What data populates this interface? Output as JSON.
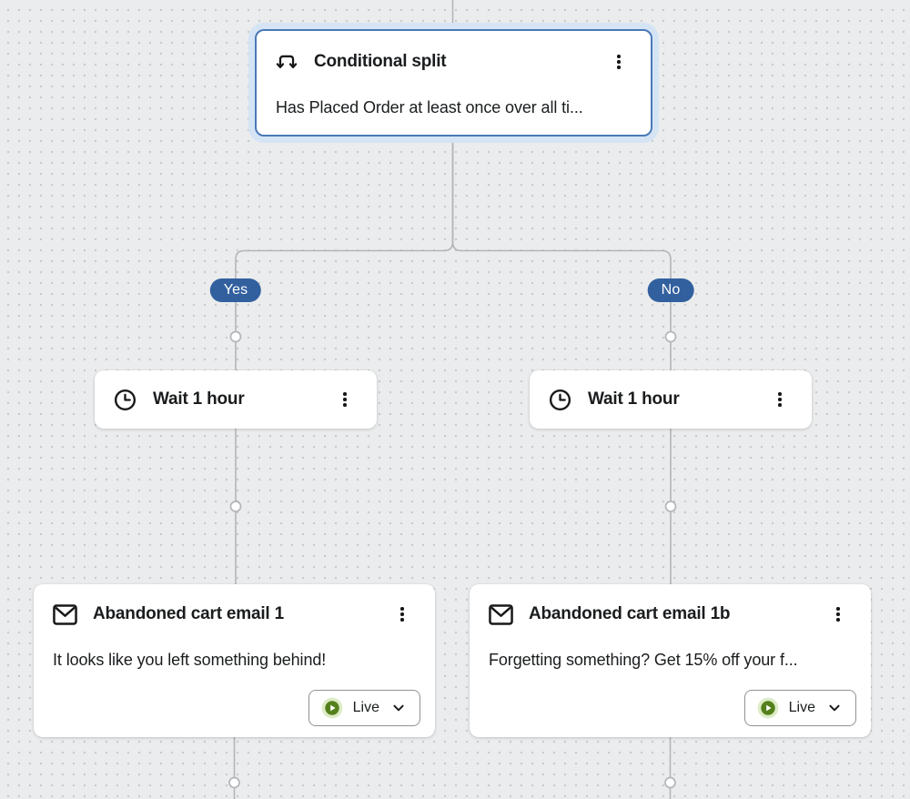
{
  "colors": {
    "canvas_bg": "#ebeced",
    "grid_dot": "#c8cacd",
    "edge": "#b3b5b9",
    "card_bg": "#ffffff",
    "text": "#1a1c1e",
    "badge_bg": "#32609f",
    "badge_text": "#ffffff",
    "selected_border": "#4a79b8",
    "selected_halo": "#d5e4f4",
    "live_green": "#54801c",
    "live_ring": "#ddecc7",
    "button_border": "#8f9296"
  },
  "flow": {
    "conditional_split": {
      "title": "Conditional split",
      "condition": "Has Placed Order at least once over all ti..."
    },
    "branches": {
      "yes": "Yes",
      "no": "No"
    },
    "wait_nodes": [
      {
        "title": "Wait 1 hour"
      },
      {
        "title": "Wait 1 hour"
      }
    ],
    "email_nodes": [
      {
        "title": "Abandoned cart email 1",
        "preview": "It looks like you left something behind!",
        "status": "Live"
      },
      {
        "title": "Abandoned cart email 1b",
        "preview": "Forgetting something? Get 15% off your f...",
        "status": "Live"
      }
    ]
  }
}
